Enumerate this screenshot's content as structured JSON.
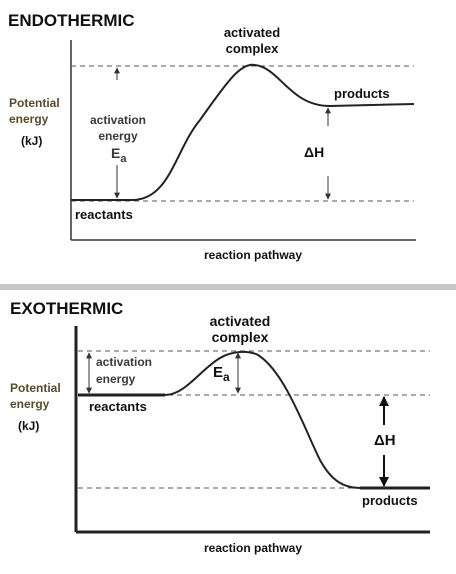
{
  "endothermic": {
    "title": "ENDOTHERMIC",
    "activated_complex_line1": "activated",
    "activated_complex_line2": "complex",
    "y_label_line1": "Potential",
    "y_label_line2": "energy",
    "y_label_unit": "(kJ)",
    "activation_energy_line1": "activation",
    "activation_energy_line2": "energy",
    "ea_main": "E",
    "ea_sub": "a",
    "products_label": "products",
    "reactants_label": "reactants",
    "delta_h": "ΔH",
    "x_label": "reaction pathway"
  },
  "exothermic": {
    "title": "EXOTHERMIC",
    "activated_complex_line1": "activated",
    "activated_complex_line2": "complex",
    "y_label_line1": "Potential",
    "y_label_line2": "energy",
    "y_label_unit": "(kJ)",
    "activation_energy_line1": "activation",
    "activation_energy_line2": "energy",
    "ea_main": "E",
    "ea_sub": "a",
    "reactants_label": "reactants",
    "products_label": "products",
    "delta_h": "ΔH",
    "x_label": "reaction pathway"
  },
  "colors": {
    "ink": "#111111",
    "axis_label": "#5b4a2a",
    "annotation": "#3a3a3a",
    "dashed": "#555555",
    "divider": "#c8c8c8"
  }
}
